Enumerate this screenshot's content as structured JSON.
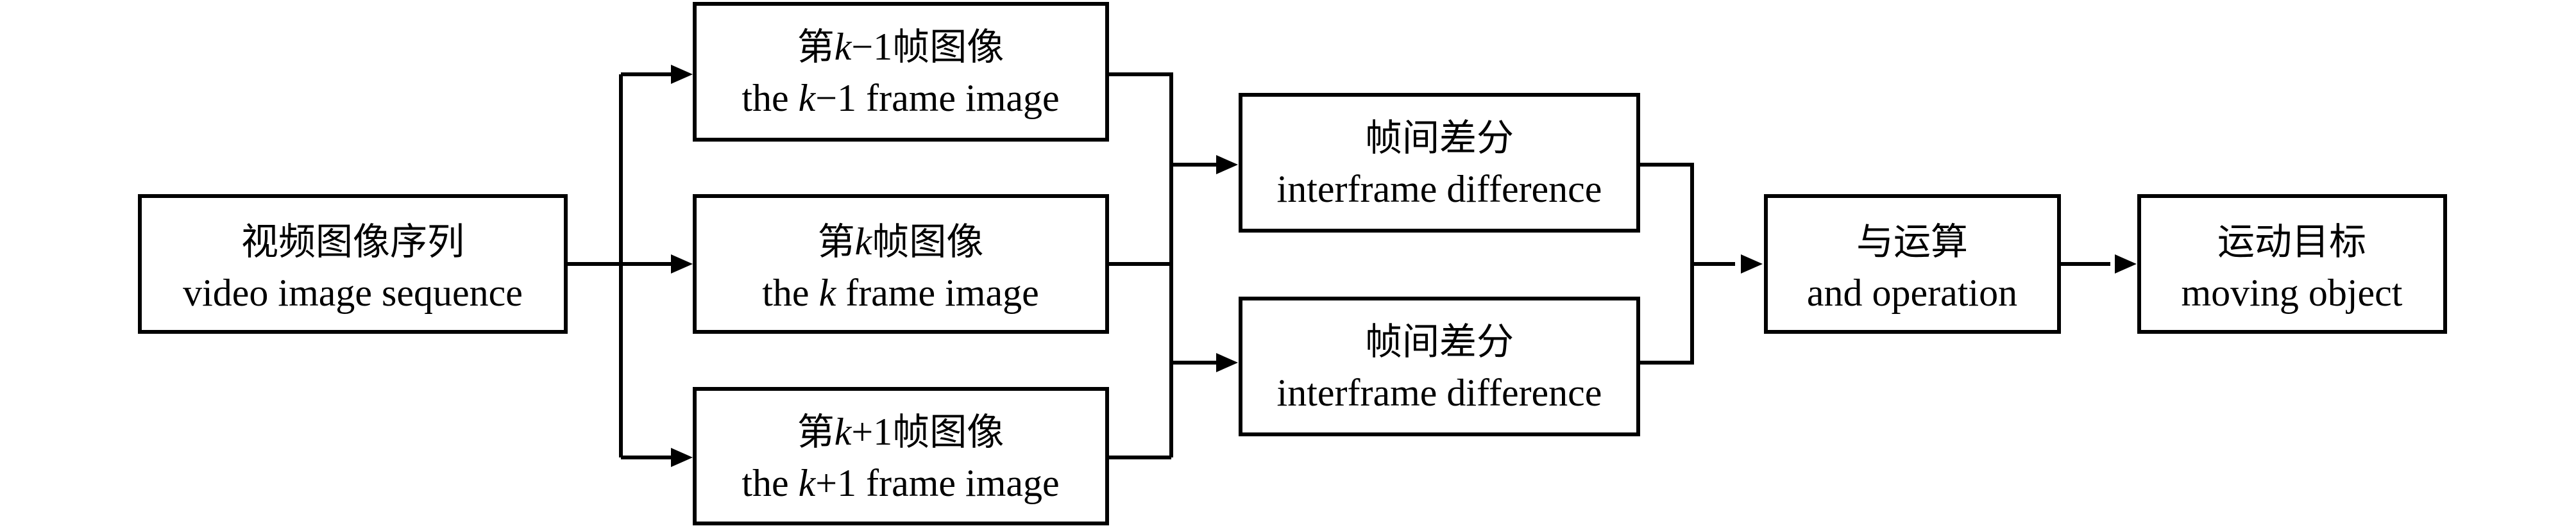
{
  "nodes": {
    "sequence": {
      "zh": "视频图像序列",
      "en": "video image sequence"
    },
    "frame_prev": {
      "zh_pre": "第",
      "zh_var": "k",
      "zh_num": "−1",
      "zh_post": "帧图像",
      "en_pre": "the ",
      "en_var": "k",
      "en_post": "−1 frame image"
    },
    "frame_cur": {
      "zh_pre": "第",
      "zh_var": "k",
      "zh_post": "帧图像",
      "en_pre": "the ",
      "en_var": "k",
      "en_post": " frame image"
    },
    "frame_next": {
      "zh_pre": "第",
      "zh_var": "k",
      "zh_num": "+1",
      "zh_post": "帧图像",
      "en_pre": "the ",
      "en_var": "k",
      "en_post": "+1 frame image"
    },
    "diff_top": {
      "zh": "帧间差分",
      "en": "interframe difference"
    },
    "diff_bottom": {
      "zh": "帧间差分",
      "en": "interframe difference"
    },
    "and_op": {
      "zh": "与运算",
      "en": "and operation"
    },
    "result": {
      "zh": "运动目标",
      "en": "moving object"
    }
  }
}
